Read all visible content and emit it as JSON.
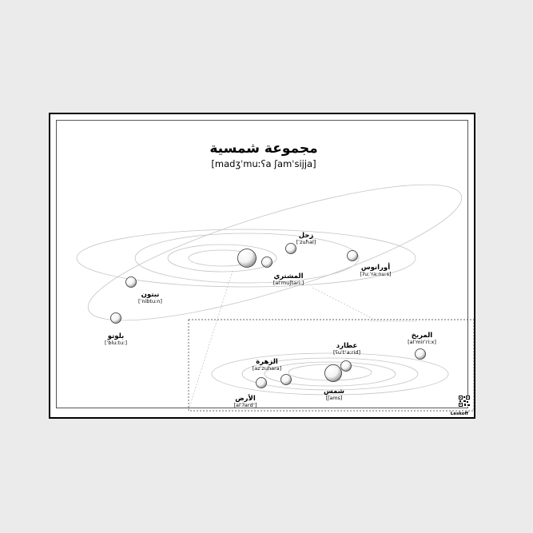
{
  "title": "مجموعة شمسية",
  "subtitle": "[madʒˈmuːʕa ʃamˈsijja]",
  "brand": "Leskoff",
  "bodies": {
    "saturn": {
      "name": "زحل",
      "ipa": "[ˈzuħal]"
    },
    "jupiter": {
      "name": "المشتري",
      "ipa": "[alˈmuʃtariː]"
    },
    "uranus": {
      "name": "أورانوس",
      "ipa": "[ʔuːˈraːnuːs]"
    },
    "neptune": {
      "name": "نبتون",
      "ipa": "[ˈnibtuːn]"
    },
    "pluto": {
      "name": "بلوتو",
      "ipa": "[ˈbluːtuː]"
    },
    "mars": {
      "name": "المريخ",
      "ipa": "[alˈmirˈriːx]"
    },
    "mercury": {
      "name": "عطارد",
      "ipa": "[ʕuˈtˤaːrid]"
    },
    "venus": {
      "name": "الزهرة",
      "ipa": "[azˈzuhara]"
    },
    "sun": {
      "name": "شمس",
      "ipa": "[ʃams]"
    },
    "earth": {
      "name": "الأرض",
      "ipa": "[alˈʔardˤ]"
    }
  },
  "colors": {
    "orbit": "#bdbdbd",
    "planet_stroke": "#333333",
    "frame": "#000000"
  },
  "icons": {
    "qr": "qr-code-icon"
  }
}
